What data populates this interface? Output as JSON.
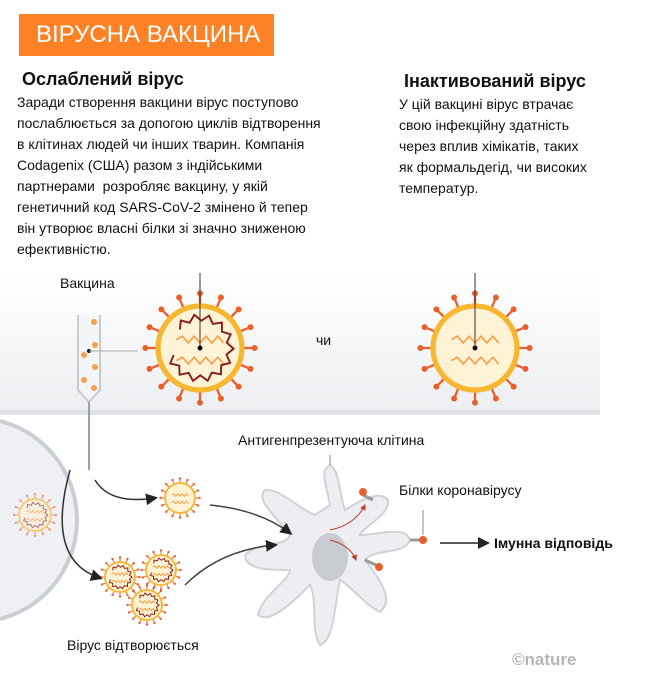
{
  "title": "ВІРУСНА ВАКЦИНА",
  "weakened": {
    "heading": "Ослаблений вірус",
    "lines": [
      "Заради створення вакцини вірус поступово",
      "послаблюється за допогою циклів відтворення",
      "в клітинах людей чи інших тварин. Компанія",
      "Codagenix (США) разом з індійськими",
      "партнерами  розробляє вакцину, у якій",
      "генетичний код SARS-CoV-2 змінено й тепер",
      "він утворює власні білки зі значно зниженою",
      "ефективністю."
    ]
  },
  "inactivated": {
    "heading": "Інактивований вірус",
    "lines": [
      "У цій вакцині вірус втрачає",
      "свою інфекційну здатність",
      "через вплив хімікатів, таких",
      "як формальдегід, чи високих",
      "температур."
    ]
  },
  "diagram": {
    "vaccine_label": "Вакцина",
    "or_label": "чи",
    "apc_label": "Антигенпрезентуюча клітина",
    "proteins_label": "Білки коронавірусу",
    "immune_label": "Імунна відповідь",
    "replicates_label": "Вірус відтворюється",
    "credit": "©nature"
  },
  "colors": {
    "accent": "#ff8126",
    "spike": "#e8602c",
    "shell": "#f7b731",
    "core": "#fff3d6",
    "rna": "#8b1a1a"
  }
}
